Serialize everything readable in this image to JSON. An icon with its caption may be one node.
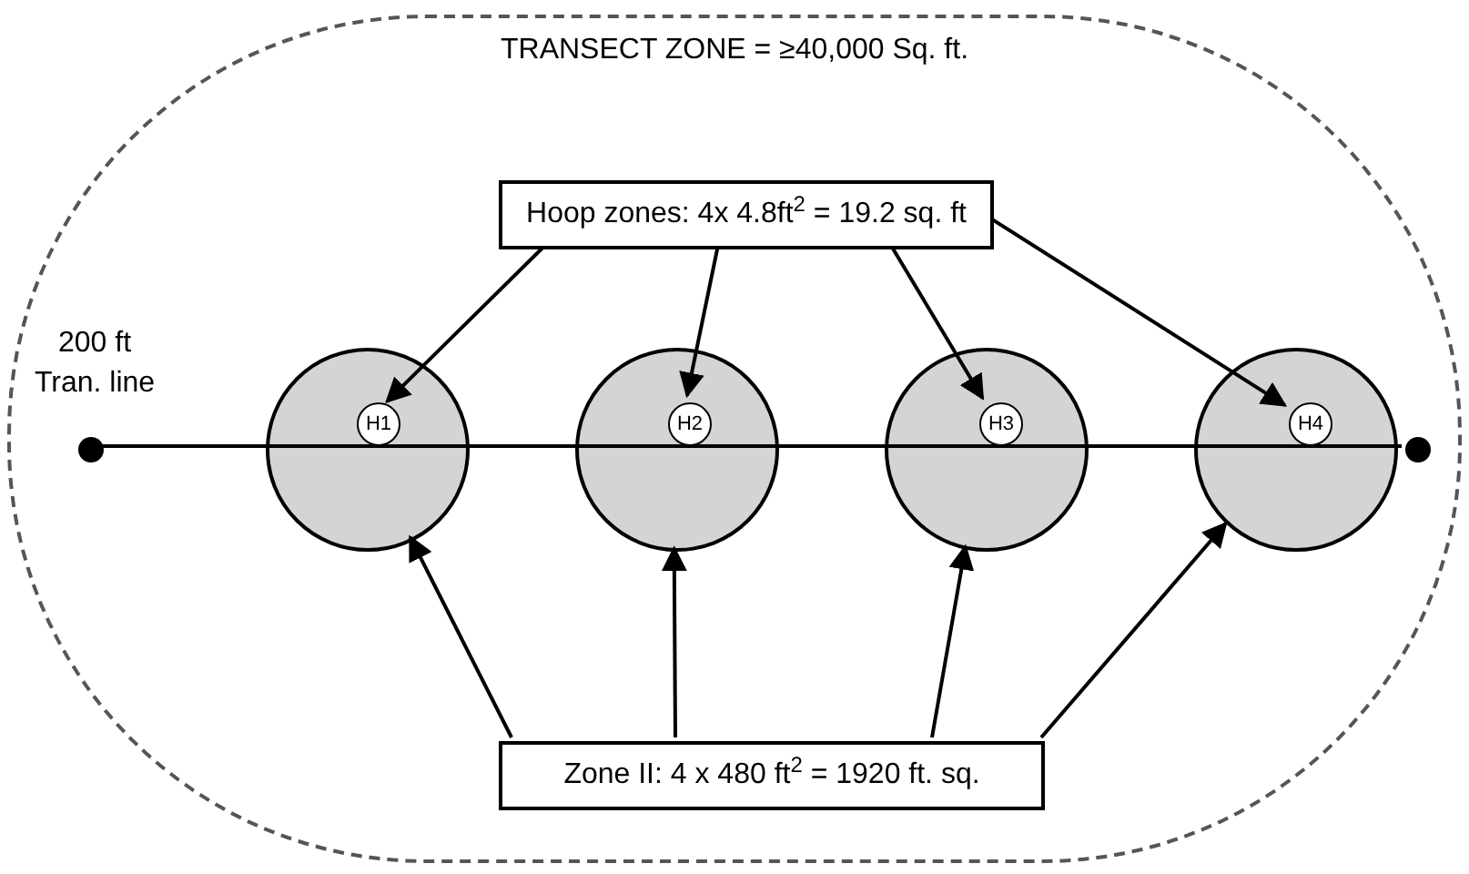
{
  "diagram": {
    "nodes": [
      {
        "text": [
          "TRANSECT ZONE = ≥40,000 Sq. ft."
        ]
      },
      {
        "text": [
          "Hoop zones: 4x 4.8ft$^{2}$ = 19.2 sq. ft"
        ],
        "in": 0
      },
      {
        "text": [
          "Zone II: 4 x 480 ft$^{2}$ = 1920 ft. sq."
        ],
        "in": 0
      },
      {
        "text": [],
        "shape": "circle",
        "in": 0
      },
      {
        "text": [],
        "shape": "circle",
        "in": 0
      },
      {
        "text": [],
        "shape": "circle",
        "in": 0
      },
      {
        "text": [],
        "shape": "circle",
        "in": 0
      },
      {
        "text": [
          "H1"
        ],
        "in": 3
      },
      {
        "text": [
          "H2"
        ],
        "in": 4
      },
      {
        "text": [
          "H3"
        ],
        "in": 5
      },
      {
        "text": [
          "H4"
        ],
        "in": 6
      },
      {
        "text": [],
        "shape": "circle",
        "in": 0,
        "beside": [
          "200 ft Tran. line"
        ]
      },
      {
        "text": [],
        "shape": "circle",
        "in": 0
      }
    ],
    "edges": [
      {
        "from": 1,
        "to": 7,
        "arrow": "to"
      },
      {
        "from": 1,
        "to": 8,
        "arrow": "to"
      },
      {
        "from": 1,
        "to": 9,
        "arrow": "to"
      },
      {
        "from": 1,
        "to": 10,
        "arrow": "to"
      },
      {
        "from": 2,
        "to": 3,
        "arrow": "to"
      },
      {
        "from": 2,
        "to": 4,
        "arrow": "to"
      },
      {
        "from": 2,
        "to": 5,
        "arrow": "to"
      },
      {
        "from": 2,
        "to": 6,
        "arrow": "to"
      },
      {
        "from": 11,
        "to": 12,
        "arrow": "none"
      }
    ]
  }
}
